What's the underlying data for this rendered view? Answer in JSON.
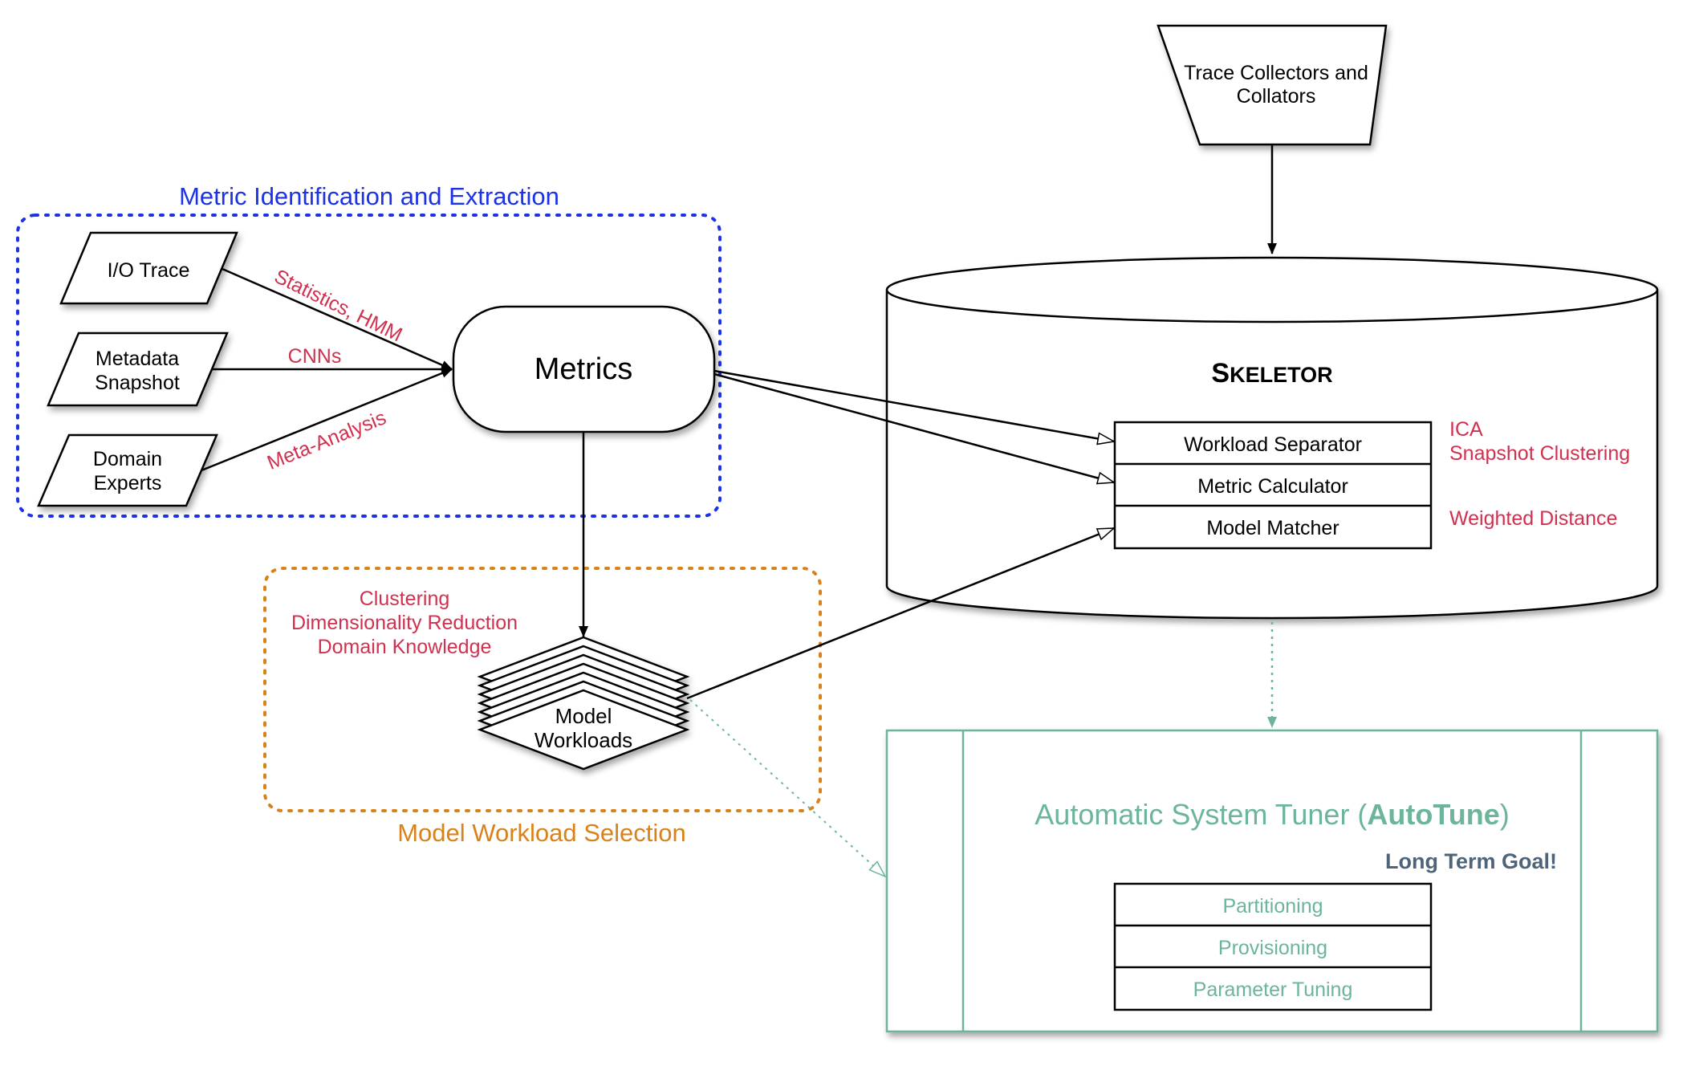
{
  "diagram": {
    "groups": {
      "metric_extraction": "Metric Identification and Extraction",
      "model_workload_selection": "Model Workload Selection"
    },
    "inputs": {
      "io_trace": "I/O Trace",
      "metadata_line1": "Metadata",
      "metadata_line2": "Snapshot",
      "domain_line1": "Domain",
      "domain_line2": "Experts"
    },
    "edge_labels": {
      "statistics": "Statistics, HMM",
      "cnns": "CNNs",
      "meta_analysis": "Meta-Analysis"
    },
    "metrics": "Metrics",
    "selection_methods": {
      "line1": "Clustering",
      "line2": "Dimensionality Reduction",
      "line3": "Domain Knowledge"
    },
    "model_workloads": {
      "line1": "Model",
      "line2": "Workloads"
    },
    "trace_collectors": {
      "line1": "Trace Collectors and",
      "line2": "Collators"
    },
    "skeletor": {
      "title_first": "S",
      "title_rest": "KELETOR",
      "components": [
        "Workload Separator",
        "Metric Calculator",
        "Model Matcher"
      ],
      "notes": {
        "ica": "ICA",
        "snapshot_clustering": "Snapshot Clustering",
        "weighted_distance": "Weighted Distance"
      }
    },
    "autotune": {
      "title_prefix": "Automatic System Tuner (",
      "title_bold": "AutoTune",
      "title_suffix": ")",
      "goal": "Long Term Goal!",
      "components": [
        "Partitioning",
        "Provisioning",
        "Parameter Tuning"
      ]
    },
    "colors": {
      "red_text": "#d0314f",
      "blue_group": "#1d32e6",
      "orange_group": "#d9821a",
      "teal": "#6db59a",
      "goal_text": "#4f6478"
    }
  }
}
